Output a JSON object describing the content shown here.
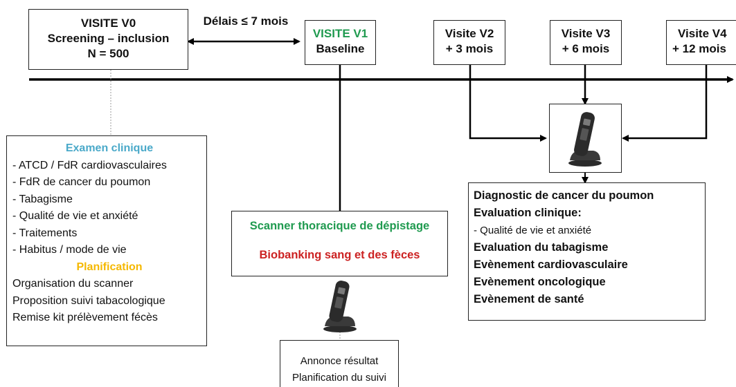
{
  "visits": {
    "v0": {
      "title": "VISITE V0",
      "line2": "Screening – inclusion",
      "line3": "N = 500"
    },
    "v1": {
      "title": "VISITE V1",
      "line2": "Baseline"
    },
    "v2": {
      "title": "Visite V2",
      "line2": "+ 3 mois"
    },
    "v3": {
      "title": "Visite V3",
      "line2": "+ 6 mois"
    },
    "v4": {
      "title": "Visite V4",
      "line2": "+ 12 mois"
    }
  },
  "delay_label": "Délais ≤ 7 mois",
  "exam_box": {
    "heading": "Examen clinique",
    "items": [
      "- ATCD / FdR cardiovasculaires",
      "- FdR de cancer du poumon",
      "- Tabagisme",
      "- Qualité de vie et anxiété",
      "- Traitements",
      "- Habitus / mode de vie"
    ],
    "planning_heading": "Planification",
    "planning_items": [
      "Organisation du scanner",
      "Proposition  suivi tabacologique",
      "Remise kit prélèvement fécès"
    ]
  },
  "scan_box": {
    "line1": "Scanner thoracique de dépistage",
    "line2": "Biobanking sang et des fèces"
  },
  "result_box": {
    "line1": "Annonce résultat",
    "line2": "Planification du suivi"
  },
  "followup_box": {
    "lines": [
      {
        "text": "Diagnostic de cancer du poumon",
        "bold": true
      },
      {
        "text": "Evaluation clinique:",
        "bold": true
      },
      {
        "text": "- Qualité de vie et anxiété",
        "bold": false
      },
      {
        "text": "Evaluation du tabagisme",
        "bold": true
      },
      {
        "text": "Evènement cardiovasculaire",
        "bold": true
      },
      {
        "text": "Evènement oncologique",
        "bold": true
      },
      {
        "text": "Evènement de santé",
        "bold": true
      }
    ]
  },
  "icons": {
    "phone": "cordless-phone-icon"
  },
  "colors": {
    "v1_title": "#1f9a4f",
    "exam_heading": "#4aa9c9",
    "planning_heading": "#f5b800",
    "scan_green": "#1f9a4f",
    "biobank_red": "#cc2222",
    "line": "#000000"
  }
}
